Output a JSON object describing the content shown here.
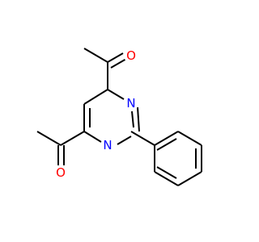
{
  "molecule": {
    "atoms": {
      "o_top": {
        "symbol": "O",
        "color": "#ff0000"
      },
      "o_bottom": {
        "symbol": "O",
        "color": "#ff0000"
      },
      "n_upper": {
        "symbol": "N",
        "color": "#0000ff"
      },
      "n_lower": {
        "symbol": "N",
        "color": "#0000ff"
      }
    }
  }
}
